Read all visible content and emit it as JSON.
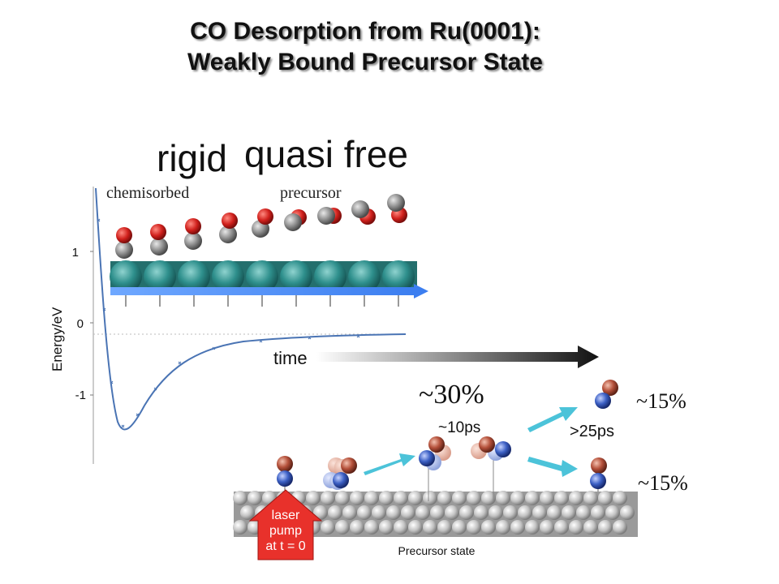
{
  "slide": {
    "title_line1": "CO Desorption from Ru(0001):",
    "title_line2": "Weakly Bound Precursor State",
    "label_rigid": "rigid",
    "label_quasi_free": "quasi free",
    "label_chemisorbed": "chemisorbed",
    "label_precursor": "precursor"
  },
  "energy_plot": {
    "ylabel": "Energy/eV",
    "yticks": [
      "1",
      "0",
      "-1"
    ]
  },
  "time_arrow": {
    "label": "time"
  },
  "process": {
    "pct_30": "~30%",
    "pct_15_top": "~15%",
    "pct_15_bottom": "~15%",
    "t_10ps": "~10ps",
    "t_25ps": ">25ps",
    "laser_line1": "laser",
    "laser_line2": "pump",
    "laser_line3": "at t = 0",
    "precursor_state": "Precursor state"
  },
  "colors": {
    "arrow_cyan": "#4cc3d9",
    "laser_red": "#e8312b",
    "ru_teal": "#2e8f8c",
    "oxygen_red": "#cc1f1f",
    "carbon_gray": "#777777",
    "blue_atom": "#3b5fc4"
  }
}
